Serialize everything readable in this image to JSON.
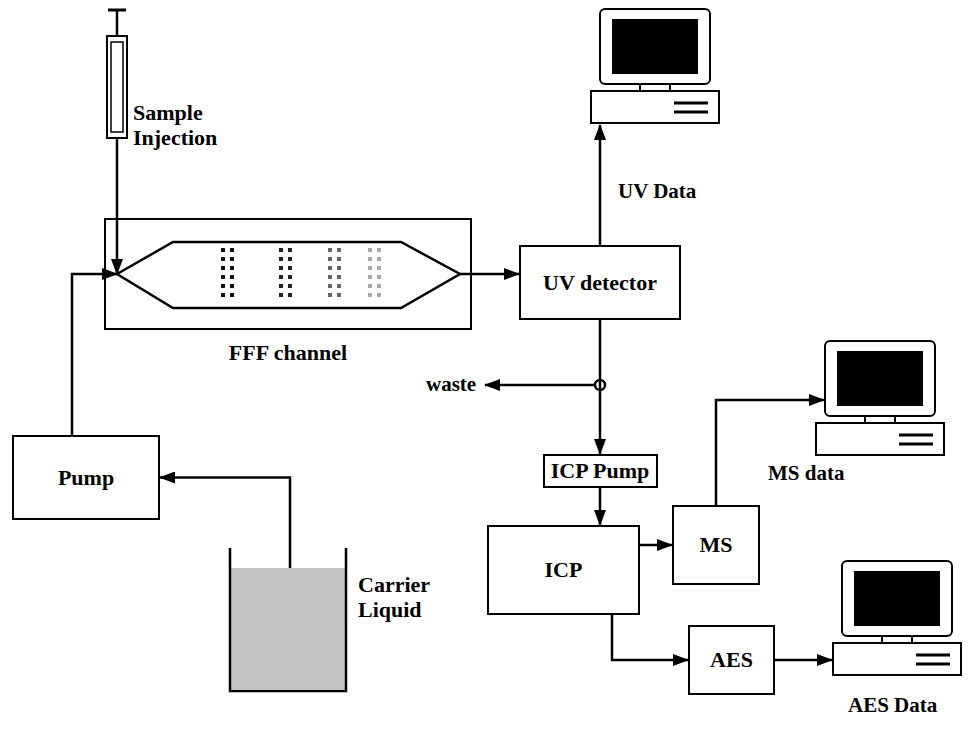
{
  "diagram": {
    "nodes": [
      {
        "text": [
          "Sample Injection"
        ]
      },
      {
        "text": [
          "FFF channel"
        ]
      },
      {
        "text": [
          "Pump"
        ]
      },
      {
        "text": [
          "Carrier Liquid"
        ]
      },
      {
        "text": [
          "UV detector"
        ]
      },
      {
        "text": [
          "ICP Pump"
        ]
      },
      {
        "text": [
          "ICP"
        ]
      },
      {
        "text": [
          "MS"
        ]
      },
      {
        "text": [
          "AES"
        ]
      }
    ],
    "edges": [
      {
        "from": 0,
        "to": 1,
        "arrow": "to"
      },
      {
        "from": 2,
        "to": 1,
        "arrow": "to"
      },
      {
        "from": 3,
        "to": 2,
        "arrow": "to"
      },
      {
        "from": 1,
        "to": 4,
        "arrow": "to"
      },
      {
        "from": 4,
        "to": 5,
        "arrow": "to"
      },
      {
        "from": 5,
        "to": 6,
        "arrow": "to"
      },
      {
        "from": 6,
        "to": 7,
        "arrow": "to"
      },
      {
        "from": 6,
        "to": 8,
        "arrow": "to"
      }
    ],
    "labels": [
      "UV Data",
      "waste",
      "MS data",
      "AES Data"
    ]
  }
}
